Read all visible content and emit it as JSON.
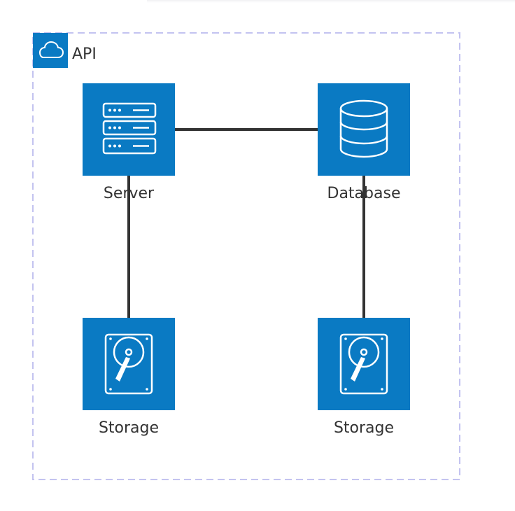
{
  "group": {
    "title": "API",
    "border_color": "#c3c3f0",
    "icon": "cloud-icon"
  },
  "colors": {
    "node_fill": "#0a7ac3",
    "icon_stroke": "#ffffff",
    "edge": "#333333",
    "text": "#333333"
  },
  "nodes": [
    {
      "id": "server",
      "label": "Server",
      "icon": "server-icon"
    },
    {
      "id": "database",
      "label": "Database",
      "icon": "database-icon"
    },
    {
      "id": "storage-left",
      "label": "Storage",
      "icon": "hard-disk-icon"
    },
    {
      "id": "storage-right",
      "label": "Storage",
      "icon": "hard-disk-icon"
    }
  ],
  "edges": [
    {
      "from": "server",
      "to": "database"
    },
    {
      "from": "server",
      "to": "storage-left"
    },
    {
      "from": "database",
      "to": "storage-right"
    }
  ]
}
